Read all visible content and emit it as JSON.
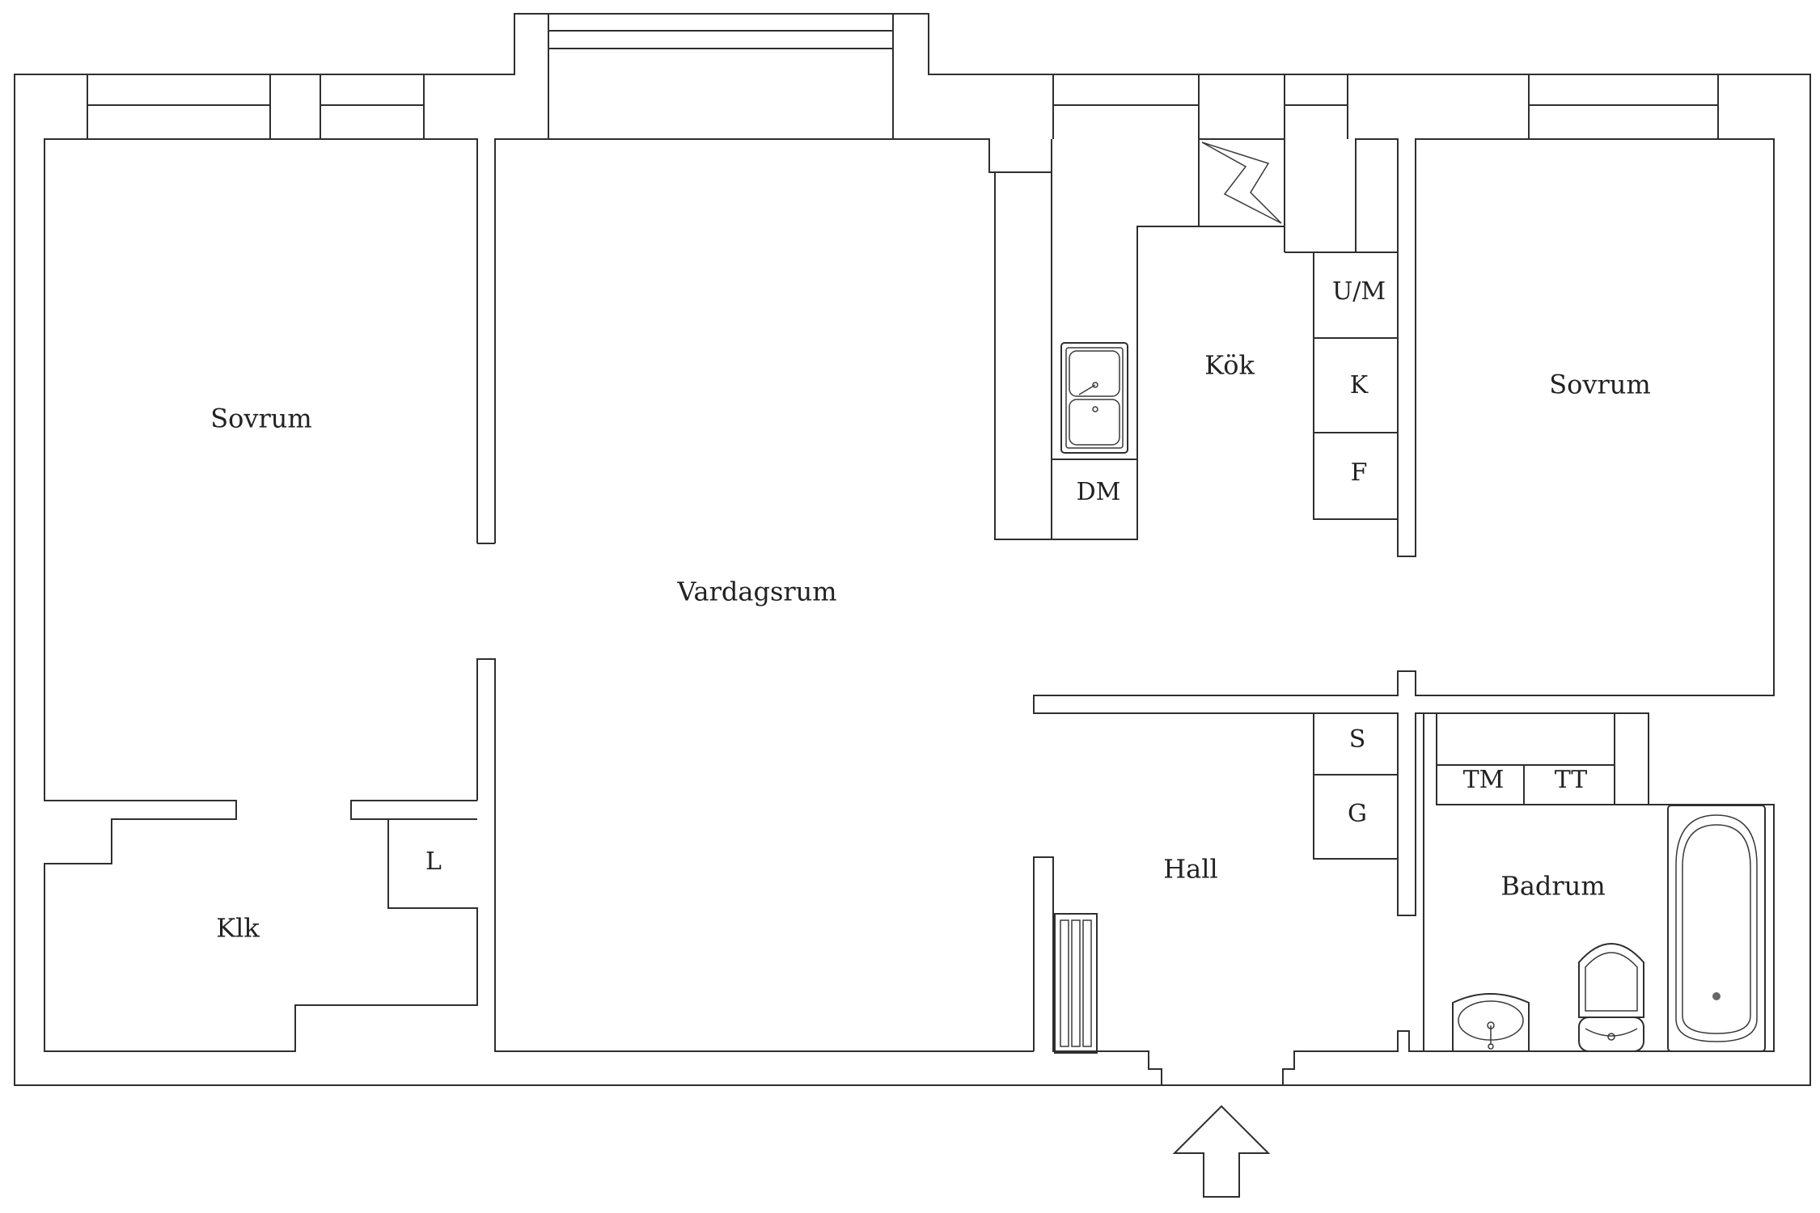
{
  "rooms": {
    "sovrum_left": "Sovrum",
    "vardagsrum": "Vardagsrum",
    "kok": "Kök",
    "sovrum_right": "Sovrum",
    "klk": "Klk",
    "hall": "Hall",
    "badrum": "Badrum"
  },
  "fixtures": {
    "um": "U/M",
    "k": "K",
    "f": "F",
    "dm": "DM",
    "l": "L",
    "s": "S",
    "g": "G",
    "tm": "TM",
    "tt": "TT"
  },
  "icons": [
    "sink-icon",
    "stove-vent-icon",
    "radiator-icon",
    "washbasin-icon",
    "toilet-icon",
    "bathtub-icon",
    "entrance-arrow-icon"
  ]
}
